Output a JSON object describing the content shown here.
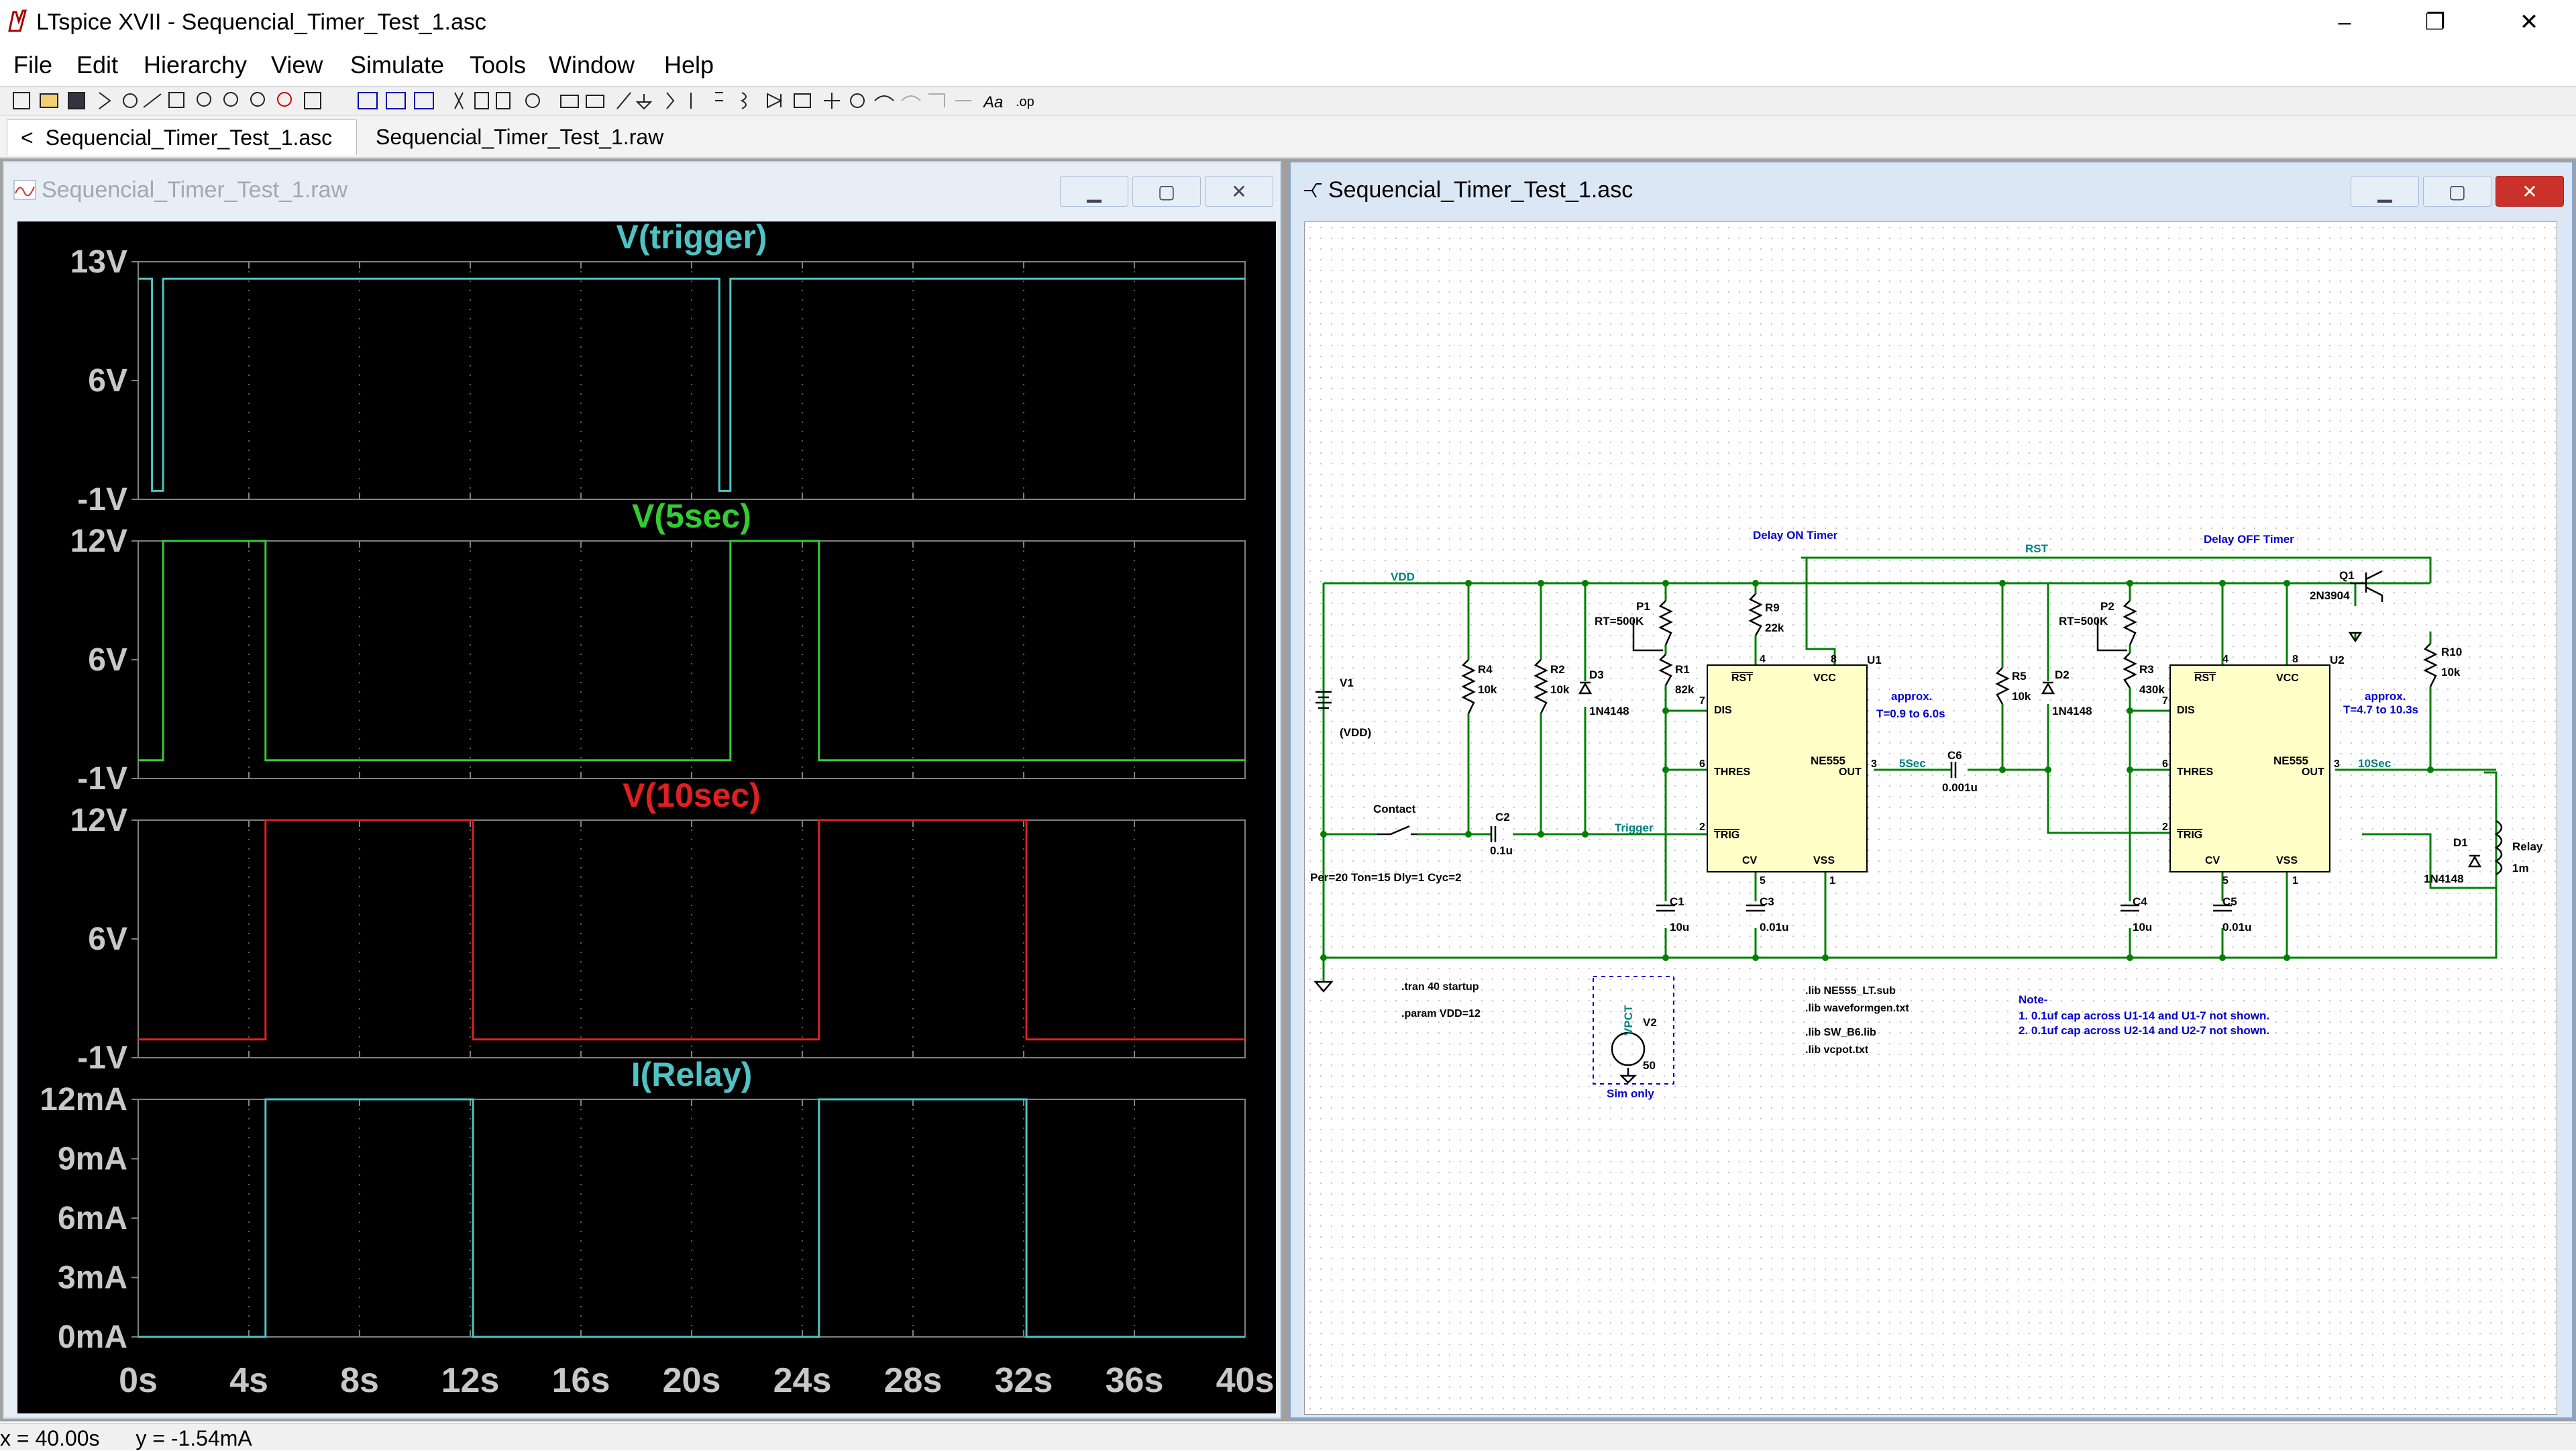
{
  "window": {
    "title": "LTspice XVII - Sequencial_Timer_Test_1.asc",
    "minimize": "–",
    "maximize": "❐",
    "close": "✕"
  },
  "menu": [
    "File",
    "Edit",
    "Hierarchy",
    "View",
    "Simulate",
    "Tools",
    "Window",
    "Help"
  ],
  "tabs": [
    {
      "label": "Sequencial_Timer_Test_1.asc",
      "active": true,
      "prefix": "<"
    },
    {
      "label": "Sequencial_Timer_Test_1.raw",
      "active": false
    }
  ],
  "waveform_window": {
    "title": "Sequencial_Timer_Test_1.raw"
  },
  "schematic_window": {
    "title": "Sequencial_Timer_Test_1.asc"
  },
  "status": {
    "x": "x = 40.00s",
    "y": "y = -1.54mA"
  },
  "colors": {
    "trigger": "#4fc3c3",
    "five": "#33cc33",
    "ten": "#e02020",
    "relay": "#4fc3c3",
    "wire": "#008000",
    "text_blue": "#0000cc"
  },
  "chart_data": [
    {
      "type": "line",
      "title": "V(trigger)",
      "x": [
        0,
        0.5,
        0.5,
        0.9,
        0.9,
        21,
        21,
        21.4,
        21.4,
        40
      ],
      "y": [
        12,
        12,
        -0.5,
        -0.5,
        12,
        12,
        -0.5,
        -0.5,
        12,
        12
      ],
      "ylim": [
        -1,
        13
      ],
      "yticks": [
        "13V",
        "6V",
        "-1V"
      ],
      "xlim": [
        0,
        40
      ]
    },
    {
      "type": "line",
      "title": "V(5sec)",
      "x": [
        0,
        0.9,
        0.9,
        4.6,
        4.6,
        21.4,
        21.4,
        24.6,
        24.6,
        40
      ],
      "y": [
        0,
        0,
        12,
        12,
        0,
        0,
        12,
        12,
        0,
        0
      ],
      "ylim": [
        -1,
        12
      ],
      "yticks": [
        "12V",
        "6V",
        "-1V"
      ],
      "xlim": [
        0,
        40
      ]
    },
    {
      "type": "line",
      "title": "V(10sec)",
      "x": [
        0,
        4.6,
        4.6,
        12.1,
        12.1,
        24.6,
        24.6,
        32.1,
        32.1,
        40
      ],
      "y": [
        0,
        0,
        12,
        12,
        0,
        0,
        12,
        12,
        0,
        0
      ],
      "ylim": [
        -1,
        12
      ],
      "yticks": [
        "12V",
        "6V",
        "-1V"
      ],
      "xlim": [
        0,
        40
      ]
    },
    {
      "type": "line",
      "title": "I(Relay)",
      "x": [
        0,
        4.6,
        4.6,
        12.1,
        12.1,
        24.6,
        24.6,
        32.1,
        32.1,
        40
      ],
      "y": [
        0,
        0,
        12,
        12,
        0,
        0,
        12,
        12,
        0,
        0
      ],
      "ylim": [
        0,
        12
      ],
      "yticks": [
        "12mA",
        "9mA",
        "6mA",
        "3mA",
        "0mA"
      ],
      "xlim": [
        0,
        40
      ],
      "xticks": [
        "0s",
        "4s",
        "8s",
        "12s",
        "16s",
        "20s",
        "24s",
        "28s",
        "32s",
        "36s",
        "40s"
      ]
    }
  ],
  "schematic": {
    "labels": {
      "vdd": "VDD",
      "rst": "RST",
      "delay_on": "Delay ON Timer",
      "delay_off": "Delay OFF Timer",
      "q1": "Q1",
      "q1_part": "2N3904",
      "v1": "V1",
      "v1_val": "(VDD)",
      "r4": "R4",
      "r4v": "10k",
      "r2": "R2",
      "r2v": "10k",
      "d3": "D3",
      "d3v": "1N4148",
      "p1": "P1",
      "p1v": "RT=500K",
      "r1": "R1",
      "r1v": "82k",
      "r9": "R9",
      "r9v": "22k",
      "r5": "R5",
      "r5v": "10k",
      "d2": "D2",
      "d2v": "1N4148",
      "p2": "P2",
      "p2v": "RT=500K",
      "r3": "R3",
      "r3v": "430k",
      "r10": "R10",
      "r10v": "10k",
      "d1": "D1",
      "d1v": "1N4148",
      "relay": "Relay",
      "relayv": "1m",
      "u1": "U1",
      "u2": "U2",
      "ne555": "NE555",
      "pin_rst": "RST",
      "pin_vcc": "VCC",
      "pin_dis": "DIS",
      "pin_thres": "THRES",
      "pin_out": "OUT",
      "pin_trig": "TRIG",
      "pin_cv": "CV",
      "pin_vss": "VSS",
      "approx1a": "approx.",
      "approx1b": "T=0.9 to 6.0s",
      "approx2a": "approx.",
      "approx2b": "T=4.7 to 10.3s",
      "net_5sec": "5Sec",
      "net_10sec": "10Sec",
      "net_trigger": "Trigger",
      "c6": "C6",
      "c6v": "0.001u",
      "c2": "C2",
      "c2v": "0.1u",
      "c1": "C1",
      "c1v": "10u",
      "c3": "C3",
      "c3v": "0.01u",
      "c4": "C4",
      "c4v": "10u",
      "c5": "C5",
      "c5v": "0.01u",
      "contact": "Contact",
      "pulse": "Per=20 Ton=15 Dly=1 Cyc=2",
      "tran": ".tran 40 startup",
      "param": ".param VDD=12",
      "v2": "V2",
      "v2val": "50",
      "vpct": "VPCT",
      "simonly": "Sim only",
      "lib1": ".lib NE555_LT.sub",
      "lib2": ".lib waveformgen.txt",
      "lib3": ".lib SW_B6.lib",
      "lib4": ".lib vcpot.txt",
      "note_title": "Note-",
      "note1": "1. 0.1uf cap across U1-14 and U1-7 not shown.",
      "note2": "2. 0.1uf cap across U2-14 and U2-7 not shown.",
      "p4a": "4",
      "p8a": "8",
      "p7a": "7",
      "p6a": "6",
      "p3a": "3",
      "p2a": "2",
      "p5a": "5",
      "p1a": "1",
      "p4b": "4",
      "p8b": "8",
      "p7b": "7",
      "p6b": "6",
      "p3b": "3",
      "p2b": "2",
      "p5b": "5",
      "p1b": "1"
    }
  }
}
